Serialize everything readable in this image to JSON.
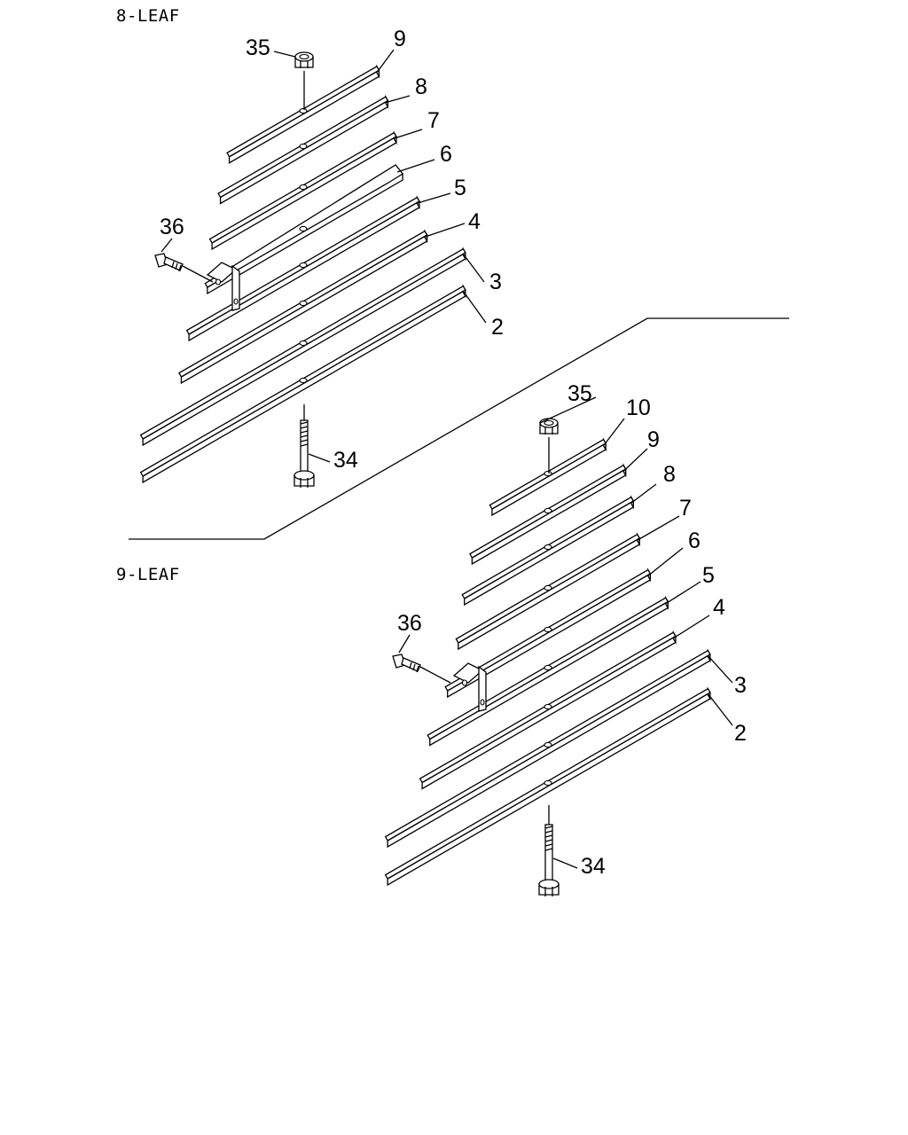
{
  "captions": {
    "eight_leaf": "8-LEAF",
    "nine_leaf": "9-LEAF"
  },
  "assemblies": [
    {
      "name": "8-leaf",
      "leaves": [
        {
          "callout": "9"
        },
        {
          "callout": "8"
        },
        {
          "callout": "7"
        },
        {
          "callout": "6"
        },
        {
          "callout": "5"
        },
        {
          "callout": "4"
        },
        {
          "callout": "3"
        },
        {
          "callout": "2"
        }
      ],
      "hardware": {
        "nut": "35",
        "clip_bolt": "36",
        "center_bolt": "34"
      }
    },
    {
      "name": "9-leaf",
      "leaves": [
        {
          "callout": "10"
        },
        {
          "callout": "9"
        },
        {
          "callout": "8"
        },
        {
          "callout": "7"
        },
        {
          "callout": "6"
        },
        {
          "callout": "5"
        },
        {
          "callout": "4"
        },
        {
          "callout": "3"
        },
        {
          "callout": "2"
        }
      ],
      "hardware": {
        "nut": "35",
        "clip_bolt": "36",
        "center_bolt": "34"
      }
    }
  ]
}
